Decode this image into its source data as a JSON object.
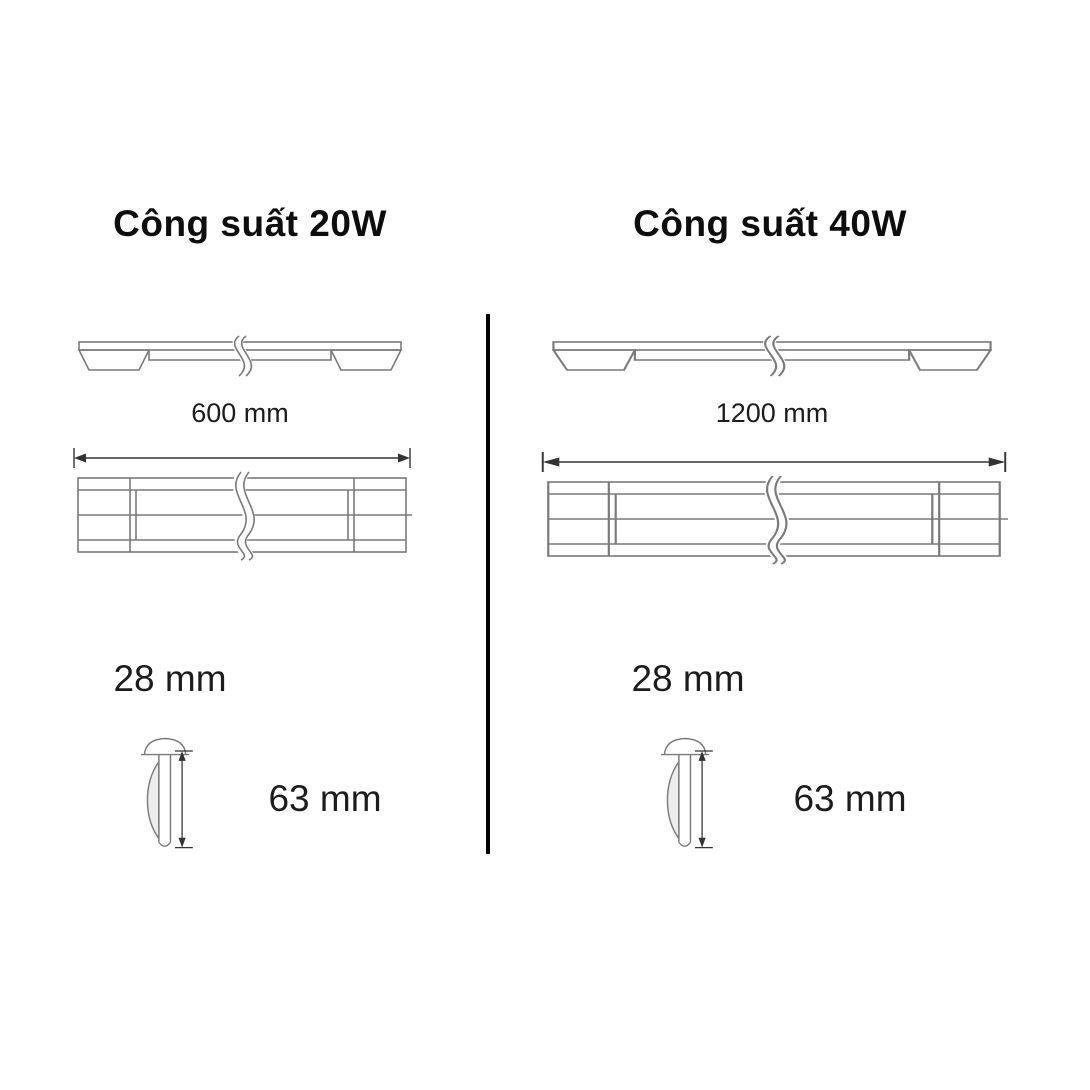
{
  "page": {
    "background": "#ffffff"
  },
  "colors": {
    "text": "#111111",
    "line_art": "#7a7a7a",
    "dimension_lines": "#333333",
    "divider": "#000000"
  },
  "columns": [
    {
      "title": "Công suất 20W",
      "length_label": "600 mm",
      "width_label": "28 mm",
      "height_label": "63 mm"
    },
    {
      "title": "Công suất 40W",
      "length_label": "1200 mm",
      "width_label": "28 mm",
      "height_label": "63 mm"
    }
  ]
}
